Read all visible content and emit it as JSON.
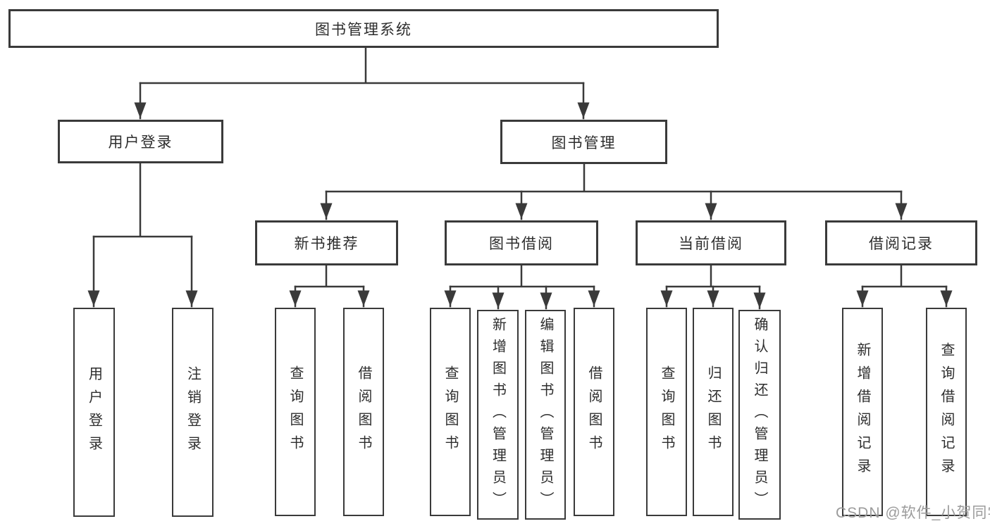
{
  "tree": {
    "root": {
      "label": "图书管理系统"
    },
    "branches": [
      {
        "label": "用户登录",
        "children": [
          {
            "label": "用户登录"
          },
          {
            "label": "注销登录"
          }
        ]
      },
      {
        "label": "图书管理",
        "children": [
          {
            "label": "新书推荐",
            "children": [
              {
                "label": "查询图书"
              },
              {
                "label": "借阅图书"
              }
            ]
          },
          {
            "label": "图书借阅",
            "children": [
              {
                "label": "查询图书"
              },
              {
                "label": "新增图书（管理员）"
              },
              {
                "label": "编辑图书（管理员）"
              },
              {
                "label": "借阅图书"
              }
            ]
          },
          {
            "label": "当前借阅",
            "children": [
              {
                "label": "查询图书"
              },
              {
                "label": "归还图书"
              },
              {
                "label": "确认归还（管理员）"
              }
            ]
          },
          {
            "label": "借阅记录",
            "children": [
              {
                "label": "新增借阅记录"
              },
              {
                "label": "查询借阅记录"
              }
            ]
          }
        ]
      }
    ]
  },
  "watermark": {
    "text": "CSDN @软件_小贺同学"
  },
  "colors": {
    "line": "#3a3a3a",
    "text": "#2d2d2d",
    "watermark": "#9b9b9b",
    "background": "#ffffff"
  }
}
